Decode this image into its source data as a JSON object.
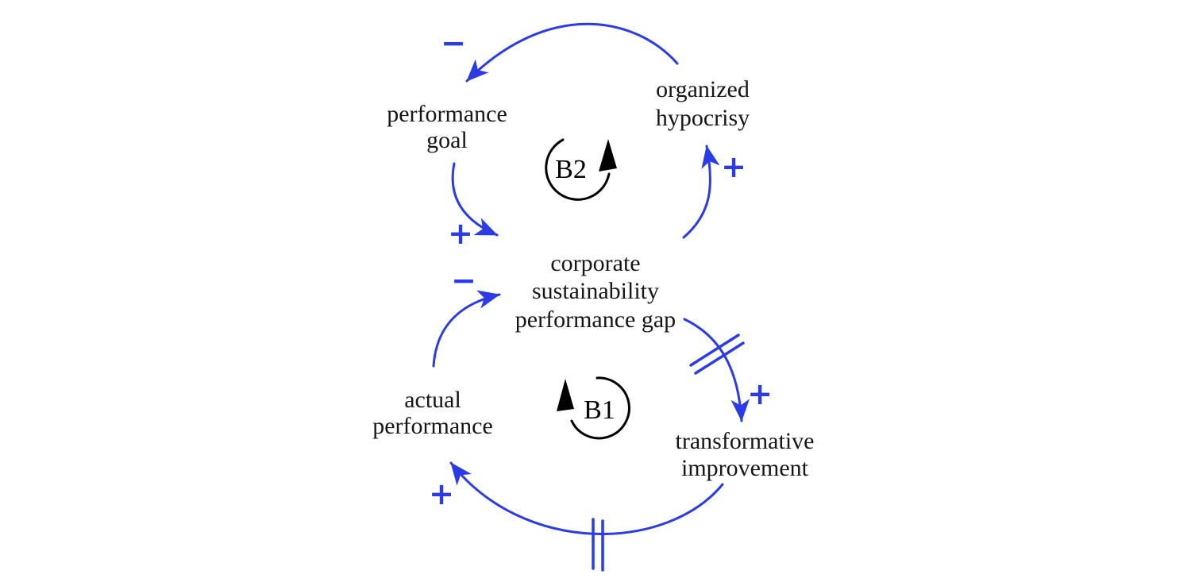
{
  "diagram": {
    "type": "causal loop diagram",
    "colors": {
      "background": "#ffffff",
      "link": "#2b3be6",
      "text": "#161616",
      "loop": "#000000"
    },
    "nodes": {
      "performance_goal": {
        "line1": "performance",
        "line2": "goal"
      },
      "organized_hypocrisy": {
        "line1": "organized",
        "line2": "hypocrisy"
      },
      "corporate_sustainability_performance_gap": {
        "line1": "corporate",
        "line2": "sustainability",
        "line3": "performance gap"
      },
      "actual_performance": {
        "line1": "actual",
        "line2": "performance"
      },
      "transformative_improvement": {
        "line1": "transformative",
        "line2": "improvement"
      }
    },
    "loops": {
      "b2": {
        "label": "B2",
        "direction": "counterclockwise"
      },
      "b1": {
        "label": "B1",
        "direction": "clockwise"
      }
    },
    "links": {
      "hypocrisy_to_goal": {
        "from": "organized hypocrisy",
        "to": "performance goal",
        "polarity": "−",
        "delay": false
      },
      "goal_to_gap": {
        "from": "performance goal",
        "to": "corporate sustainability performance gap",
        "polarity": "+",
        "delay": false
      },
      "actual_to_gap": {
        "from": "actual performance",
        "to": "corporate sustainability performance gap",
        "polarity": "−",
        "delay": false
      },
      "gap_to_hypocrisy": {
        "from": "corporate sustainability performance gap",
        "to": "organized hypocrisy",
        "polarity": "+",
        "delay": false
      },
      "gap_to_improvement": {
        "from": "corporate sustainability performance gap",
        "to": "transformative improvement",
        "polarity": "+",
        "delay": true
      },
      "improvement_to_actual": {
        "from": "transformative improvement",
        "to": "actual performance",
        "polarity": "+",
        "delay": true
      }
    }
  }
}
